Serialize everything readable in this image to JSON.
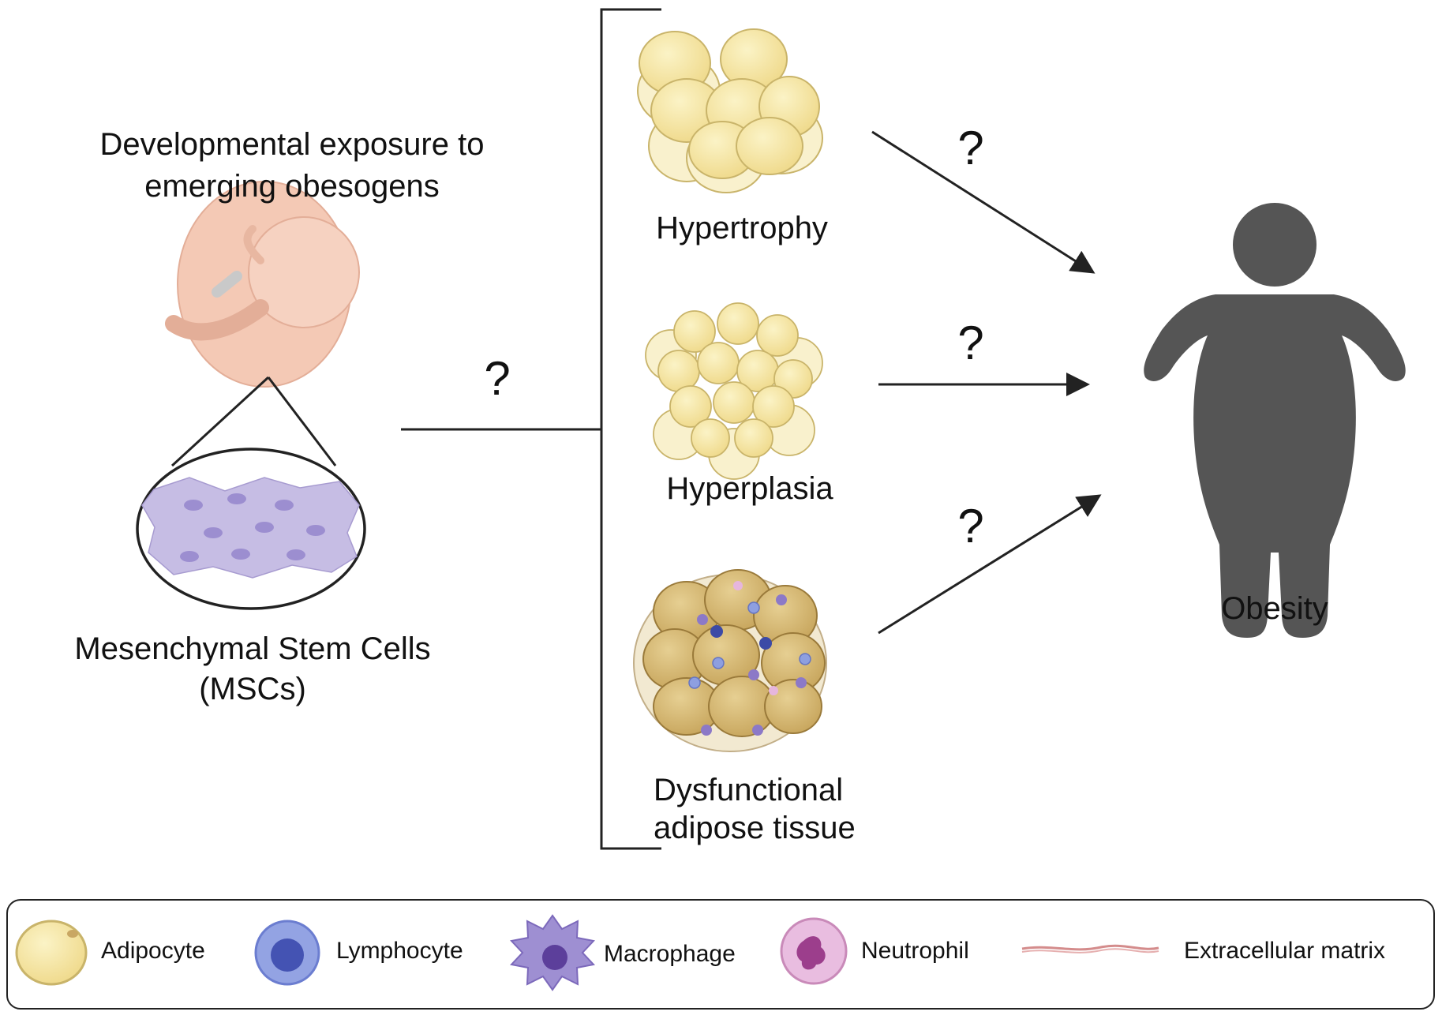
{
  "exposure_title": {
    "line1": "Developmental exposure to",
    "line2": "emerging obesogens"
  },
  "mscs_label": {
    "line1": "Mesenchymal Stem Cells",
    "line2": "(MSCs)"
  },
  "stages": {
    "hypertrophy": "Hypertrophy",
    "hyperplasia": "Hyperplasia",
    "dysfunctional_line1": "Dysfunctional",
    "dysfunctional_line2": "adipose tissue"
  },
  "outcome": "Obesity",
  "question_mark": "?",
  "legend": {
    "adipocyte": "Adipocyte",
    "lymphocyte": "Lymphocyte",
    "macrophage": "Macrophage",
    "neutrophil": "Neutrophil",
    "extracellular_matrix": "Extracellular matrix"
  },
  "colors": {
    "adipocyte_fill": "#f6e8a6",
    "adipocyte_stroke": "#c9b46a",
    "dysfunctional_fill": "#d9bd7a",
    "msc": "#b3a7d6",
    "lymphocyte": "#8e9fe0",
    "macrophage": "#8c79c7",
    "neutrophil": "#e6b6dd",
    "ecm": "#d48c8c",
    "fetus": "#f4c9b5",
    "person": "#555555",
    "line": "#222222"
  }
}
